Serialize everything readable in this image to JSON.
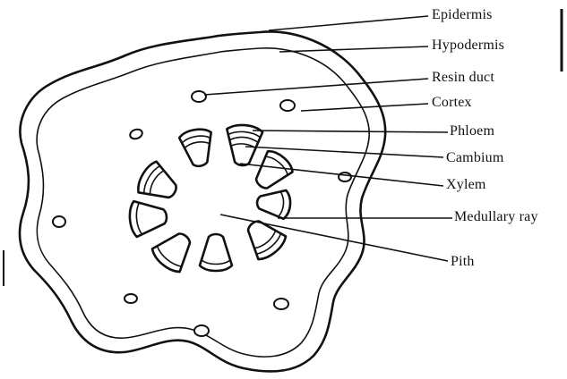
{
  "figure": {
    "labels": {
      "epidermis": "Epidermis",
      "hypodermis": "Hypodermis",
      "resin_duct": "Resin duct",
      "cortex": "Cortex",
      "phloem": "Phloem",
      "cambium": "Cambium",
      "xylem": "Xylem",
      "medullary_ray": "Medullary ray",
      "pith": "Pith"
    },
    "colors": {
      "ink": "#111111",
      "background": "#ffffff"
    }
  }
}
